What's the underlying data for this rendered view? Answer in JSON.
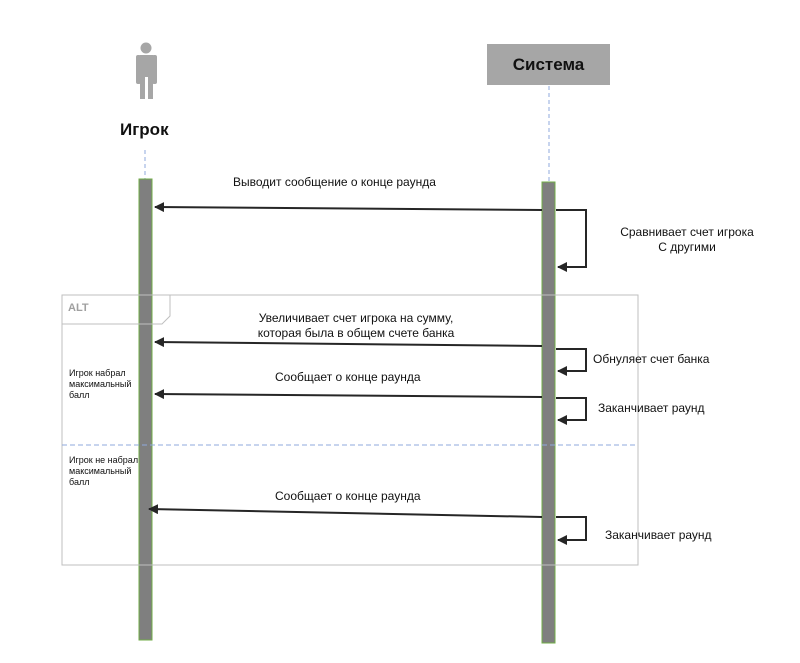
{
  "actors": {
    "player": "Игрок",
    "system": "Система"
  },
  "frame": {
    "operator": "ALT",
    "guards": [
      "Игрок набрал\nмаксимальный\nбалл",
      "Игрок не набрал\nмаксимальный\nбалл"
    ]
  },
  "messages": [
    "Выводит сообщение о конце раунда",
    "Сравнивает счет игрока\nС другими",
    "Увеличивает счет игрока на сумму,\nкоторая была в общем счете банка",
    "Обнуляет счет банка",
    "Сообщает о конце раунда",
    "Заканчивает раунд",
    "Сообщает о конце раунда",
    "Заканчивает раунд"
  ],
  "colors": {
    "lifeline": "#7f7f7f",
    "lifeline_border": "#70ad47",
    "arrow": "#262626",
    "frame": "#bfbfbf",
    "divider": "#8faadc",
    "actor_icon": "#a6a6a6",
    "system_box": "#a6a6a6"
  }
}
